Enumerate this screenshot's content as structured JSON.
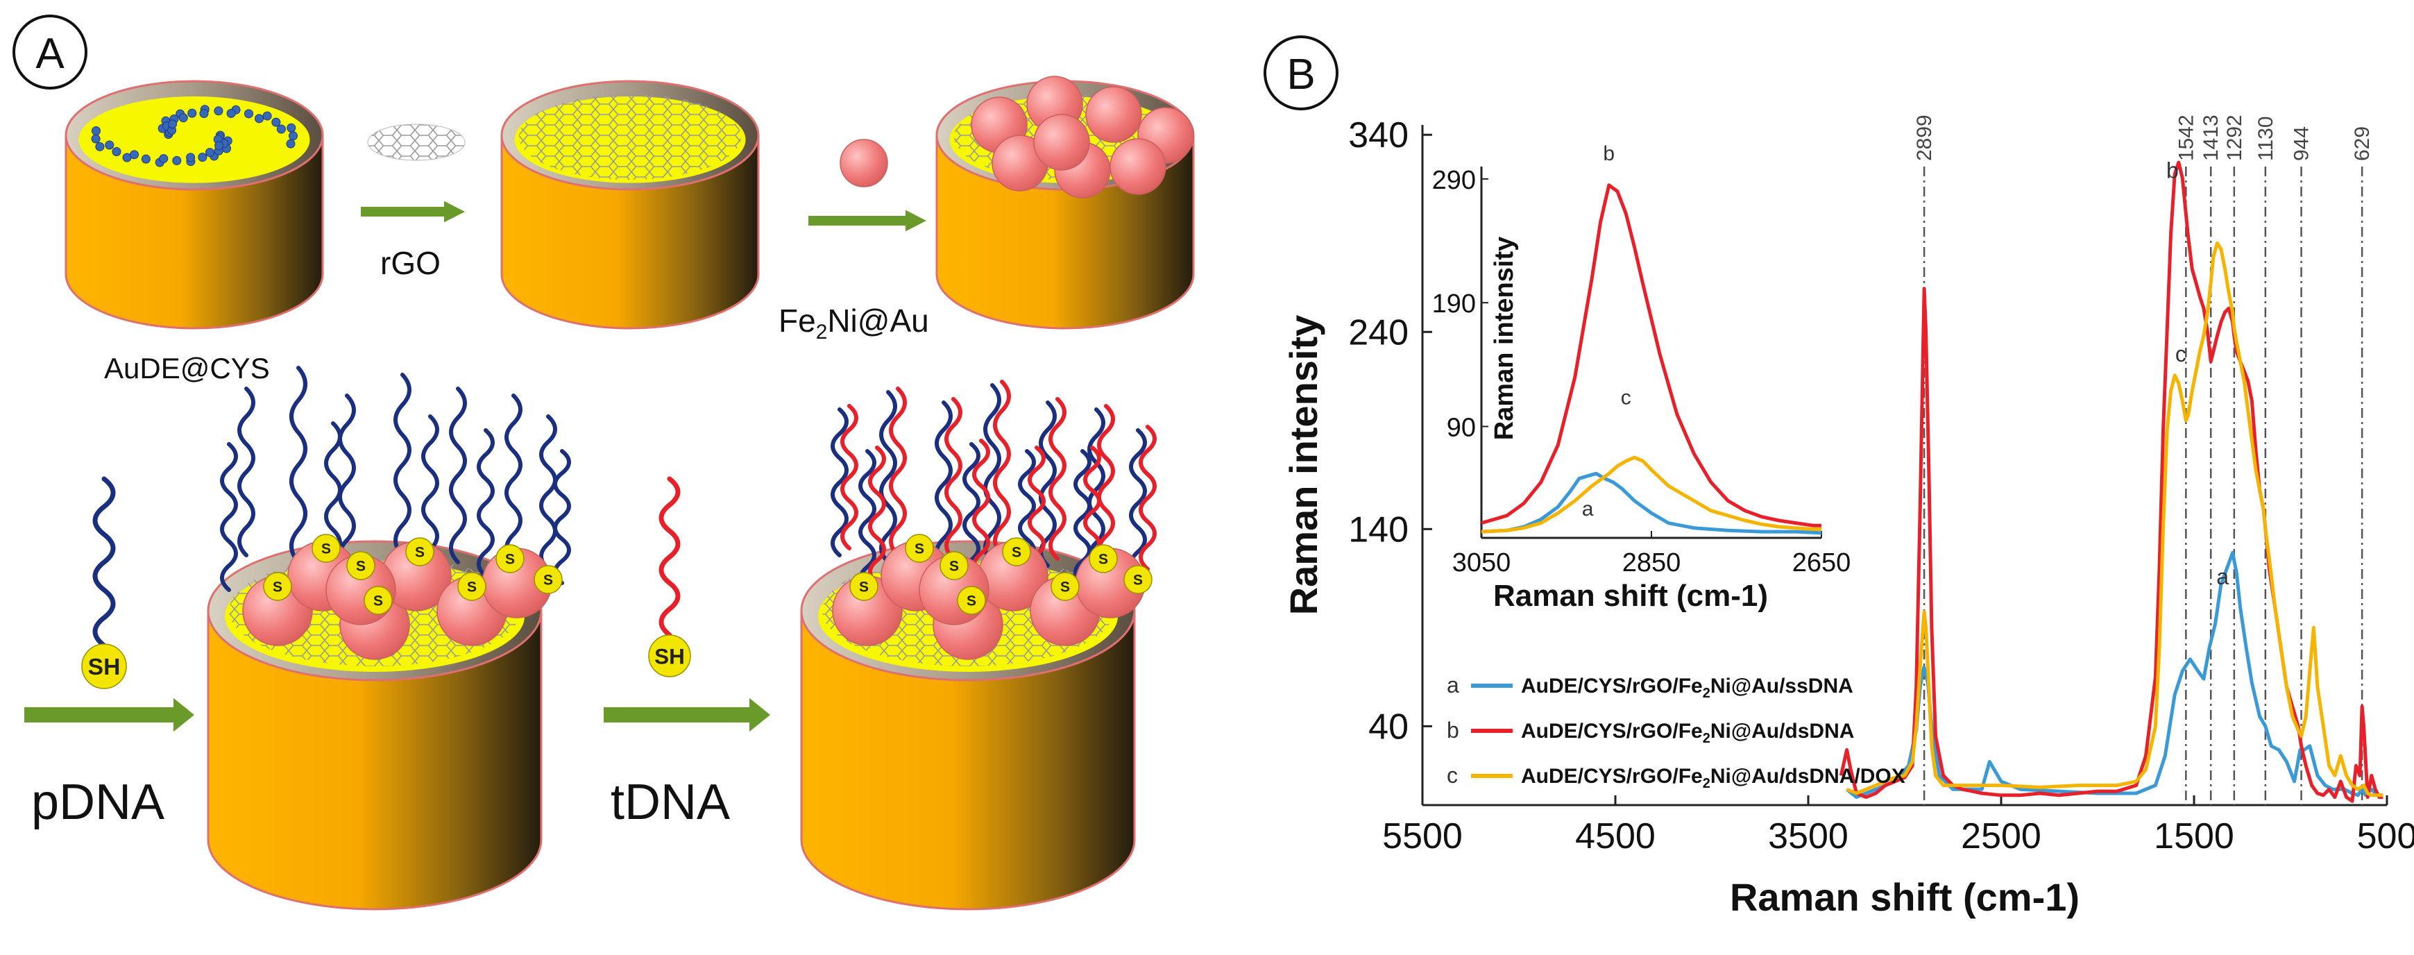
{
  "panel_a": {
    "label": "A",
    "step_rgo": "rGO",
    "step_fe2ni_prefix": "Fe",
    "step_fe2ni_sub": "2",
    "step_fe2ni_suffix": "Ni@Au",
    "electrode_label": "AuDE@CYS",
    "step_pdna": "pDNA",
    "step_tdna": "tDNA",
    "thiol_sh": "SH",
    "thiol_s": "S",
    "colors": {
      "gold_light": "#ffc000",
      "gold_dark": "#2a2418",
      "surface_yellow": "#f7f700",
      "arrow_green": "#6a9a2a",
      "nanoparticle": "#f07878",
      "strand_blue": "#1a2f80",
      "strand_red": "#e8202a"
    }
  },
  "panel_b": {
    "label": "B",
    "chart_data": [
      {
        "type": "line",
        "xlabel": "Raman shift (cm-1)",
        "ylabel": "Raman intensity",
        "x_reversed": true,
        "xlim": [
          500,
          5500
        ],
        "ylim": [
          0,
          345
        ],
        "x_ticks": [
          "5500",
          "4500",
          "3500",
          "2500",
          "1500",
          "500"
        ],
        "y_ticks": [
          "340",
          "240",
          "140",
          "40"
        ],
        "grid": false,
        "legend_position": "bottom-left",
        "peak_lines": [
          {
            "x": 2899,
            "label": "2899"
          },
          {
            "x": 1542,
            "label": "1542"
          },
          {
            "x": 1413,
            "label": "1413"
          },
          {
            "x": 1292,
            "label": "1292"
          },
          {
            "x": 1130,
            "label": "1130"
          },
          {
            "x": 944,
            "label": "944"
          },
          {
            "x": 629,
            "label": "629"
          }
        ],
        "legend": [
          {
            "key": "a",
            "prefix": "AuDE/CYS/rGO/Fe",
            "sub": "2",
            "suffix": "Ni@Au/ssDNA",
            "color": "#3a9ad8"
          },
          {
            "key": "b",
            "prefix": "AuDE/CYS/rGO/Fe",
            "sub": "2",
            "suffix": "Ni@Au/dsDNA",
            "color": "#e8202a"
          },
          {
            "key": "c",
            "prefix": "AuDE/CYS/rGO/Fe",
            "sub": "2",
            "suffix": "Ni@Au/dsDNA/DOX",
            "color": "#f5b400"
          }
        ],
        "series_labels": [
          {
            "text": "b",
            "x": 1580,
            "y": 318
          },
          {
            "text": "c",
            "x": 1540,
            "y": 225
          },
          {
            "text": "a",
            "x": 1320,
            "y": 112
          }
        ],
        "series": [
          {
            "key": "a",
            "color": "#3a9ad8",
            "x": [
              3300,
              3250,
              3150,
              3050,
              2980,
              2940,
              2920,
              2900,
              2880,
              2860,
              2820,
              2750,
              2650,
              2600,
              2560,
              2500,
              2400,
              2200,
              2000,
              1800,
              1700,
              1650,
              1600,
              1560,
              1520,
              1480,
              1450,
              1420,
              1390,
              1360,
              1330,
              1300,
              1280,
              1260,
              1230,
              1200,
              1160,
              1130,
              1100,
              1060,
              1020,
              980,
              950,
              930,
              900,
              860,
              820,
              780,
              720,
              680,
              650,
              630,
              610,
              580,
              550,
              520
            ],
            "y": [
              8,
              4,
              8,
              12,
              20,
              38,
              60,
              70,
              62,
              40,
              15,
              8,
              8,
              8,
              22,
              12,
              8,
              7,
              6,
              6,
              10,
              25,
              56,
              68,
              74,
              68,
              64,
              80,
              92,
              112,
              120,
              128,
              118,
              100,
              80,
              62,
              45,
              40,
              30,
              28,
              22,
              12,
              28,
              28,
              30,
              15,
              10,
              8,
              8,
              6,
              5,
              8,
              5,
              8,
              5,
              5
            ]
          },
          {
            "key": "b",
            "color": "#e8202a",
            "x": [
              3330,
              3300,
              3280,
              3250,
              3200,
              3150,
              3100,
              3050,
              3000,
              2960,
              2940,
              2920,
              2905,
              2899,
              2890,
              2875,
              2860,
              2840,
              2800,
              2750,
              2700,
              2650,
              2600,
              2500,
              2400,
              2300,
              2200,
              2100,
              2000,
              1900,
              1800,
              1750,
              1700,
              1680,
              1660,
              1640,
              1620,
              1600,
              1580,
              1560,
              1542,
              1530,
              1510,
              1490,
              1470,
              1450,
              1430,
              1413,
              1400,
              1380,
              1360,
              1340,
              1320,
              1300,
              1292,
              1280,
              1260,
              1240,
              1220,
              1200,
              1180,
              1160,
              1140,
              1130,
              1110,
              1080,
              1050,
              1020,
              990,
              960,
              944,
              920,
              890,
              860,
              830,
              800,
              770,
              740,
              710,
              680,
              660,
              640,
              629,
              620,
              600,
              580,
              560,
              540,
              520
            ],
            "y": [
              15,
              28,
              18,
              6,
              4,
              6,
              10,
              12,
              14,
              20,
              60,
              150,
              230,
              262,
              240,
              170,
              90,
              35,
              15,
              10,
              8,
              7,
              6,
              5,
              5,
              6,
              5,
              6,
              7,
              7,
              10,
              25,
              65,
              120,
              190,
              240,
              290,
              320,
              326,
              318,
              300,
              288,
              272,
              265,
              258,
              252,
              240,
              225,
              230,
              238,
              245,
              250,
              252,
              245,
              238,
              230,
              225,
              220,
              215,
              205,
              180,
              160,
              150,
              140,
              120,
              100,
              80,
              60,
              50,
              40,
              30,
              20,
              10,
              6,
              5,
              8,
              4,
              12,
              4,
              2,
              20,
              15,
              50,
              40,
              4,
              15,
              8,
              4,
              4
            ]
          },
          {
            "key": "c",
            "color": "#f5b400",
            "x": [
              3300,
              3250,
              3200,
              3150,
              3100,
              3050,
              3000,
              2960,
              2940,
              2920,
              2905,
              2899,
              2890,
              2875,
              2860,
              2840,
              2800,
              2750,
              2650,
              2500,
              2300,
              2100,
              1900,
              1800,
              1750,
              1700,
              1680,
              1660,
              1640,
              1620,
              1600,
              1580,
              1560,
              1542,
              1530,
              1510,
              1490,
              1470,
              1450,
              1430,
              1413,
              1400,
              1380,
              1360,
              1340,
              1320,
              1300,
              1292,
              1280,
              1260,
              1240,
              1220,
              1200,
              1180,
              1160,
              1140,
              1130,
              1110,
              1080,
              1050,
              1020,
              990,
              960,
              944,
              920,
              900,
              880,
              860,
              830,
              800,
              770,
              740,
              710,
              680,
              650,
              620,
              600,
              580,
              560,
              540,
              520
            ],
            "y": [
              8,
              6,
              8,
              10,
              12,
              14,
              15,
              22,
              40,
              70,
              90,
              98,
              90,
              60,
              30,
              15,
              10,
              10,
              10,
              10,
              9,
              10,
              10,
              12,
              18,
              40,
              80,
              140,
              190,
              210,
              218,
              214,
              205,
              195,
              198,
              210,
              220,
              230,
              238,
              250,
              265,
              278,
              285,
              282,
              272,
              260,
              250,
              242,
              235,
              225,
              215,
              200,
              185,
              170,
              160,
              150,
              140,
              125,
              100,
              80,
              60,
              45,
              38,
              35,
              45,
              68,
              90,
              60,
              40,
              20,
              15,
              25,
              15,
              10,
              8,
              10,
              6,
              5,
              5,
              5,
              5
            ]
          }
        ]
      },
      {
        "type": "line",
        "role": "inset",
        "xlabel": "Raman shift (cm-1)",
        "ylabel": "Raman intensity",
        "x_reversed": true,
        "xlim": [
          2650,
          3050
        ],
        "ylim": [
          0,
          300
        ],
        "x_ticks": [
          "3050",
          "2850",
          "2650"
        ],
        "y_ticks": [
          "290",
          "190",
          "90"
        ],
        "series_labels": [
          {
            "text": "b",
            "x": 2900,
            "y": 305
          },
          {
            "text": "c",
            "x": 2880,
            "y": 108
          },
          {
            "text": "a",
            "x": 2925,
            "y": 18
          }
        ],
        "series": [
          {
            "key": "a",
            "color": "#3a9ad8",
            "x": [
              3050,
              3020,
              3000,
              2980,
              2960,
              2945,
              2935,
              2925,
              2915,
              2905,
              2895,
              2885,
              2870,
              2850,
              2830,
              2800,
              2760,
              2720,
              2680,
              2650
            ],
            "y": [
              5,
              6,
              9,
              15,
              25,
              38,
              48,
              50,
              52,
              48,
              45,
              40,
              30,
              20,
              12,
              8,
              6,
              5,
              5,
              4
            ]
          },
          {
            "key": "b",
            "color": "#e8202a",
            "x": [
              3050,
              3020,
              3000,
              2980,
              2960,
              2940,
              2920,
              2910,
              2900,
              2890,
              2880,
              2870,
              2860,
              2840,
              2820,
              2800,
              2780,
              2760,
              2740,
              2720,
              2700,
              2680,
              2660,
              2650
            ],
            "y": [
              12,
              18,
              28,
              45,
              75,
              130,
              210,
              255,
              285,
              280,
              262,
              235,
              205,
              148,
              100,
              68,
              45,
              30,
              22,
              17,
              14,
              12,
              10,
              10
            ]
          },
          {
            "key": "c",
            "color": "#f5b400",
            "x": [
              3050,
              3020,
              3000,
              2980,
              2960,
              2940,
              2920,
              2900,
              2890,
              2880,
              2870,
              2860,
              2850,
              2830,
              2800,
              2780,
              2760,
              2740,
              2720,
              2700,
              2680,
              2660,
              2650
            ],
            "y": [
              5,
              6,
              8,
              12,
              20,
              30,
              42,
              52,
              58,
              62,
              65,
              62,
              55,
              42,
              30,
              22,
              18,
              14,
              11,
              9,
              8,
              7,
              7
            ]
          }
        ]
      }
    ]
  }
}
